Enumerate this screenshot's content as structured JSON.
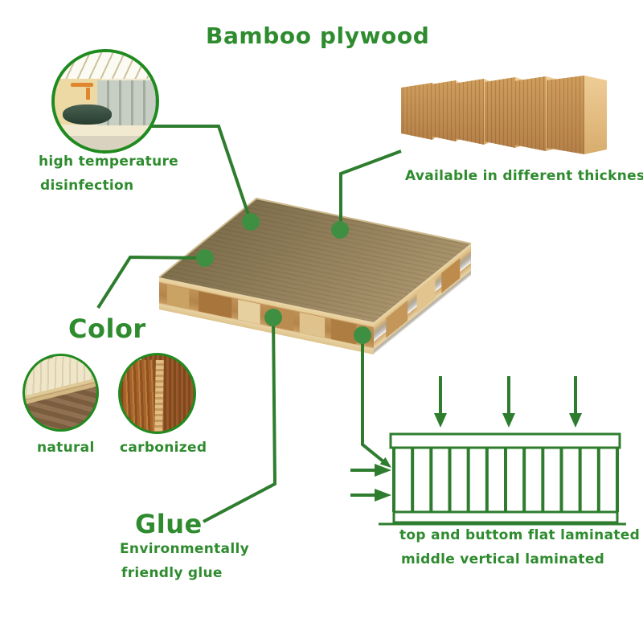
{
  "title": "Bamboo plywood",
  "colors": {
    "green_text": "#2e8b2e",
    "line_green": "#2e7d2e",
    "dot_green": "#3f8f42",
    "border_green": "#1f8b1f",
    "page_bg": "#ffffff"
  },
  "callouts": {
    "disinfection": {
      "line1": "high temperature",
      "line2": "disinfection"
    },
    "thickness": {
      "label": "Available in different thicknesses"
    },
    "color": {
      "heading": "Color",
      "options": [
        {
          "label": "natural"
        },
        {
          "label": "carbonized"
        }
      ]
    },
    "glue": {
      "heading": "Glue",
      "line1": "Environmentally",
      "line2": "friendly glue"
    },
    "lamination": {
      "line1": "top and buttom flat laminated",
      "line2": "middle vertical laminated"
    }
  },
  "images": {
    "factory": "high-temperature-disinfection-factory-photo",
    "board": "bamboo-plywood-board-photo",
    "stack": "plywood-thickness-stack-photo",
    "natural": "natural-color-sample-photo",
    "carbonized": "carbonized-color-sample-photo"
  }
}
